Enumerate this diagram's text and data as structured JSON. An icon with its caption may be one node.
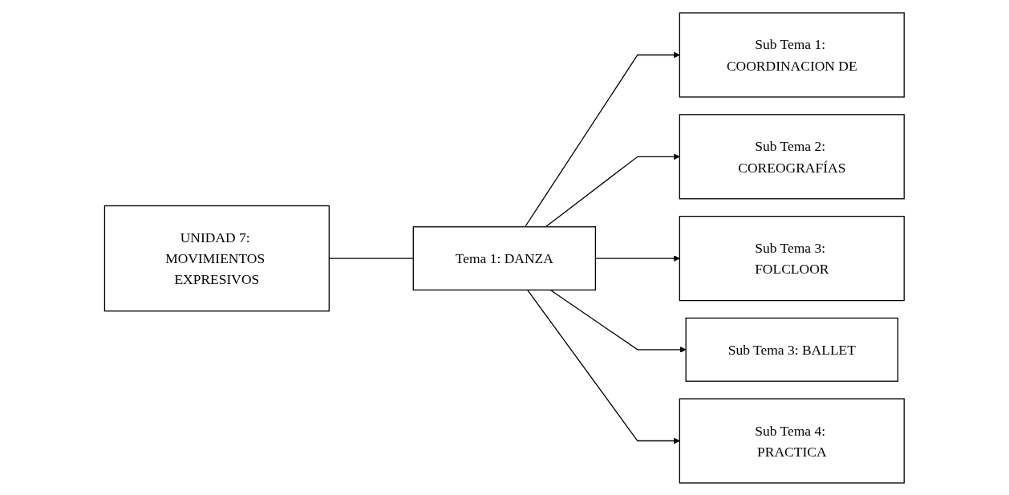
{
  "diagram": {
    "nodes": [
      {
        "text": [
          "UNIDAD 7: MOVIMIENTOS EXPRESIVOS"
        ]
      },
      {
        "text": [
          "Tema 1: DANZA"
        ]
      },
      {
        "text": [
          "Sub Tema 1: COORDINACION DE"
        ]
      },
      {
        "text": [
          "Sub Tema 2: COREOGRAFÍAS"
        ]
      },
      {
        "text": [
          "Sub Tema 3: FOLCLOOR"
        ]
      },
      {
        "text": [
          "Sub Tema 3: BALLET"
        ]
      },
      {
        "text": [
          "Sub Tema 4: PRACTICA"
        ]
      }
    ],
    "edges": [
      {
        "from": 0,
        "to": 1,
        "arrow": "none"
      },
      {
        "from": 1,
        "to": 2,
        "arrow": "to"
      },
      {
        "from": 1,
        "to": 3,
        "arrow": "to"
      },
      {
        "from": 1,
        "to": 4,
        "arrow": "to"
      },
      {
        "from": 1,
        "to": 5,
        "arrow": "to"
      },
      {
        "from": 1,
        "to": 6,
        "arrow": "to"
      }
    ]
  }
}
